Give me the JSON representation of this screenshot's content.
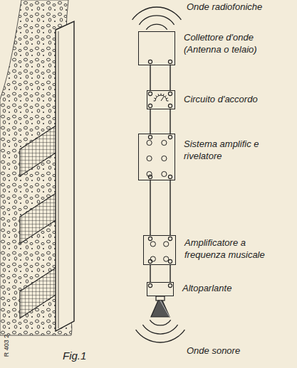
{
  "diagram": {
    "nodes": [
      {
        "text": [
          "Collettore d'onde",
          "(Antenna o telaio)"
        ]
      },
      {
        "text": [
          "Circuito d'accordo"
        ]
      },
      {
        "text": [
          "Sistema amplific e rivelatore"
        ]
      },
      {
        "text": [
          "Amplificatore a frequenza musicale"
        ]
      },
      {
        "text": [
          "Altoparlante"
        ]
      }
    ],
    "edges": [
      {
        "from": 0,
        "to": 1,
        "arrow": "none"
      },
      {
        "from": 1,
        "to": 2,
        "arrow": "none"
      },
      {
        "from": 2,
        "to": 3,
        "arrow": "none"
      },
      {
        "from": 3,
        "to": 4,
        "arrow": "none"
      }
    ],
    "labels": [
      "Onde radiofoniche",
      "Onde sonore",
      "Fig.1",
      "R 403 2"
    ]
  }
}
